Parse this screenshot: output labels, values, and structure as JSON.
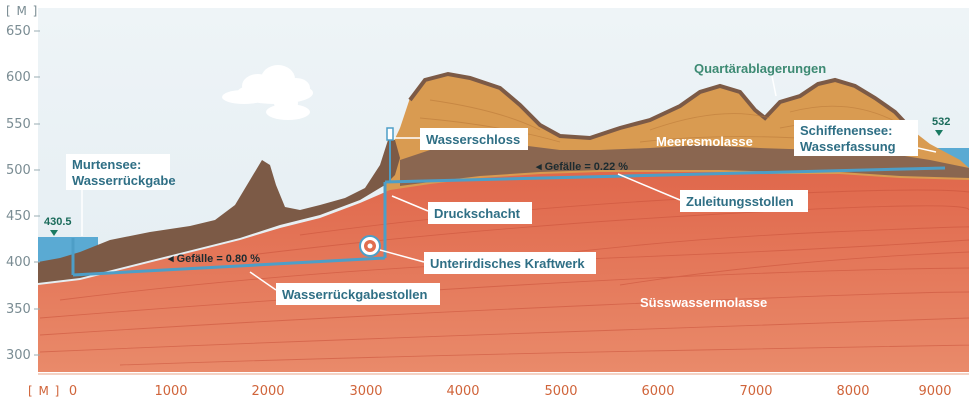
{
  "y_axis": {
    "unit": "[ M ]",
    "ticks": [
      "650",
      "600",
      "550",
      "500",
      "450",
      "400",
      "350",
      "300"
    ]
  },
  "x_axis": {
    "unit": "[ M ]",
    "ticks": [
      "0",
      "1000",
      "2000",
      "3000",
      "4000",
      "5000",
      "6000",
      "7000",
      "8000",
      "9000"
    ]
  },
  "labels": {
    "murtensee_line1": "Murtensee:",
    "murtensee_line2": "Wasserrückgabe",
    "wasserschloss": "Wasserschloss",
    "druckschacht": "Druckschacht",
    "kraftwerk": "Unterirdisches Kraftwerk",
    "rueckgabestollen": "Wasserrückgabestollen",
    "zuleitungsstollen": "Zuleitungsstollen",
    "schiffenensee_line1": "Schiffenensee:",
    "schiffenensee_line2": "Wasserfassung"
  },
  "slopes": {
    "left": "◂ Gefälle = 0.80 %",
    "right": "◂ Gefälle = 0.22 %"
  },
  "layers": {
    "quartaer": "Quartärablagerungen",
    "meeresmolasse": "Meeresmolasse",
    "suesswassermolasse": "Süsswassermolasse"
  },
  "levels": {
    "left": "430.5",
    "right": "532"
  },
  "colors": {
    "sky": "#e4eef3",
    "water": "#5aaad3",
    "quartaer": "#7c5a46",
    "meeresmolasse": "#d99b51",
    "suesswassermolasse": "#e16f50",
    "tunnel": "#4d9ec7",
    "label_text": "#2f6f85",
    "accent_level": "#1a7a62"
  }
}
